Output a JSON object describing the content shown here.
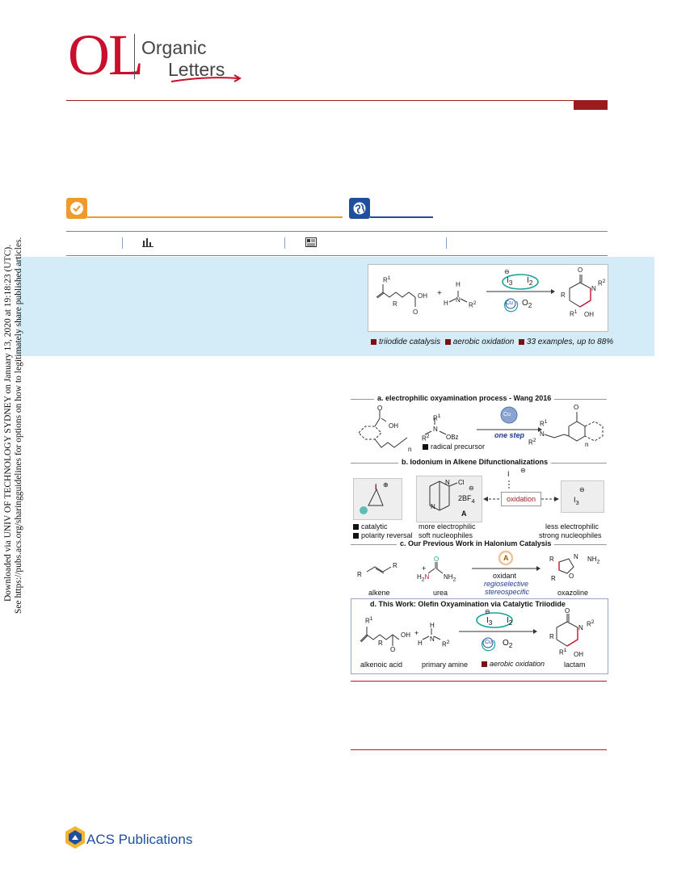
{
  "journal": {
    "logo_letters": "OL",
    "name_line1": "Organic",
    "name_line2": "Letters",
    "brand_color": "#c8102e"
  },
  "icons": {
    "open_access": "check-circle-icon",
    "globe": "globe-icon",
    "metrics": "bar-chart-icon",
    "article": "document-icon"
  },
  "abstract_band_color": "#d4ecf8",
  "toc_graphic": {
    "r1": "R",
    "r1_sup": "1",
    "r_lbl": "R",
    "oh": "OH",
    "o": "O",
    "plus": "+",
    "h1": "H",
    "h2": "H",
    "n": "N",
    "r2": "R",
    "r2_sup": "2",
    "i3": "I",
    "i3_sub": "3",
    "i2": "I",
    "i2_sub": "2",
    "minus": "⊖",
    "cu": "Cu",
    "o2": "O",
    "o2_sub": "2",
    "prod_o": "O",
    "prod_n": "N",
    "prod_r2": "R",
    "prod_r2_sup": "2",
    "prod_r": "R",
    "prod_r1": "R",
    "prod_r1_sup": "1",
    "prod_oh": "OH",
    "caption_1": "triiodide catalysis",
    "caption_2": "aerobic oxidation",
    "caption_3": "33 examples, up to 88%"
  },
  "side_notes": {
    "line1": "Downloaded via UNIV OF TECHNOLOGY SYDNEY on January 13, 2020 at 19:18:23 (UTC).",
    "line2": "See https://pubs.acs.org/sharingguidelines for options on how to legitimately share published articles."
  },
  "figure": {
    "a": {
      "heading": "a. electrophilic oxyamination process - Wang 2016",
      "oh": "OH",
      "o": "O",
      "n_sub": "n",
      "r1": "R",
      "r1_sup": "1",
      "r2": "R",
      "r2_sup": "2",
      "n": "N",
      "obz": "OBz",
      "cu": "Cu",
      "one_step": "one step",
      "radical_precursor": "radical precursor",
      "prod_r1": "R",
      "prod_r1_sup": "1",
      "prod_n": "N",
      "prod_r2": "R",
      "prod_r2_sup": "2",
      "prod_o": "O",
      "prod_n_sub": "n"
    },
    "b": {
      "heading": "b. Iodonium in Alkene Difunctionalizations",
      "i_plus": "I",
      "plus": "⊕",
      "cl": "Cl",
      "bf4": "2BF",
      "bf4_sub": "4",
      "n1": "N",
      "n2": "N",
      "label_a": "A",
      "i_minus": "I",
      "minus": "⊖",
      "oxidation": "oxidation",
      "i3": "I",
      "i3_sub": "3",
      "catalytic": "catalytic",
      "polarity_reversal": "polarity reversal",
      "more_electrophilic": "more electrophilic",
      "soft_nucleophiles": "soft nucleophiles",
      "less_electrophilic": "less electrophilic",
      "strong_nucleophiles": "strong nucleophiles"
    },
    "c": {
      "heading": "c. Our Previous Work in Halonium Catalysis",
      "r_left": "R",
      "r_right": "R",
      "plus": "+",
      "o": "O",
      "h2n": "H",
      "h2n_sub": "2",
      "h2n_n": "N",
      "nh2": "NH",
      "nh2_sub": "2",
      "cat": "A",
      "oxidant": "oxidant",
      "regioselective": "regioselective",
      "stereospecific": "stereospecific",
      "prod_r1": "R",
      "prod_n": "N",
      "prod_nh2": "NH",
      "prod_nh2_sub": "2",
      "prod_o": "O",
      "prod_r2": "R",
      "alkene": "alkene",
      "urea": "urea",
      "oxazoline": "oxazoline"
    },
    "d": {
      "heading": "d. This Work: Olefin Oxyamination via Catalytic Triiodide",
      "r1": "R",
      "r1_sup": "1",
      "r": "R",
      "oh": "OH",
      "o": "O",
      "plus": "+",
      "h1": "H",
      "h2": "H",
      "n": "N",
      "r2": "R",
      "r2_sup": "2",
      "i3": "I",
      "i3_sub": "3",
      "i2": "I",
      "i2_sub": "2",
      "minus": "⊖",
      "cu": "Cu",
      "o2": "O",
      "o2_sub": "2",
      "prod_o": "O",
      "prod_n": "N",
      "prod_r2": "R",
      "prod_r2_sup": "2",
      "prod_r": "R",
      "prod_r1": "R",
      "prod_r1_sup": "1",
      "prod_oh": "OH",
      "alkenoic_acid": "alkenoic acid",
      "primary_amine": "primary amine",
      "aerobic_oxidation": "aerobic oxidation",
      "lactam": "lactam"
    }
  },
  "publisher": {
    "name": "ACS Publications",
    "accent": "#1f4f9c"
  }
}
